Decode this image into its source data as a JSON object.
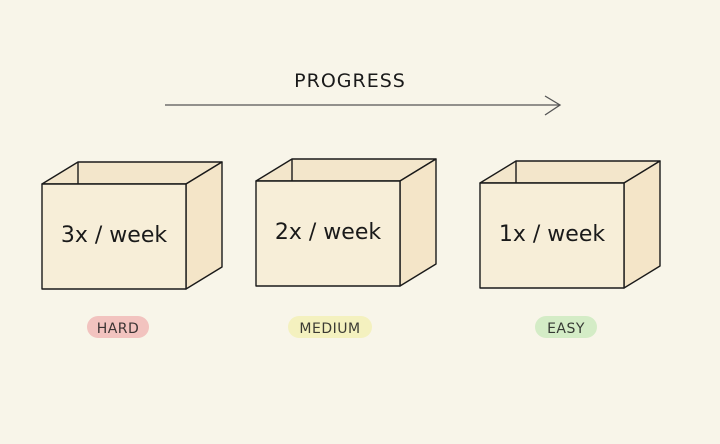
{
  "title": "PROGRESS",
  "boxes": [
    {
      "text": "3x / week",
      "label": "HARD",
      "label_color": "#f2c3bf"
    },
    {
      "text": "2x / week",
      "label": "MEDIUM",
      "label_color": "#f4f1bf"
    },
    {
      "text": "1x / week",
      "label": "EASY",
      "label_color": "#d4ecc6"
    }
  ],
  "colors": {
    "background": "#f8f5e9",
    "box_front": "#f7eed8",
    "box_side": "#f4e5c8",
    "box_back": "#f3e6cb"
  }
}
